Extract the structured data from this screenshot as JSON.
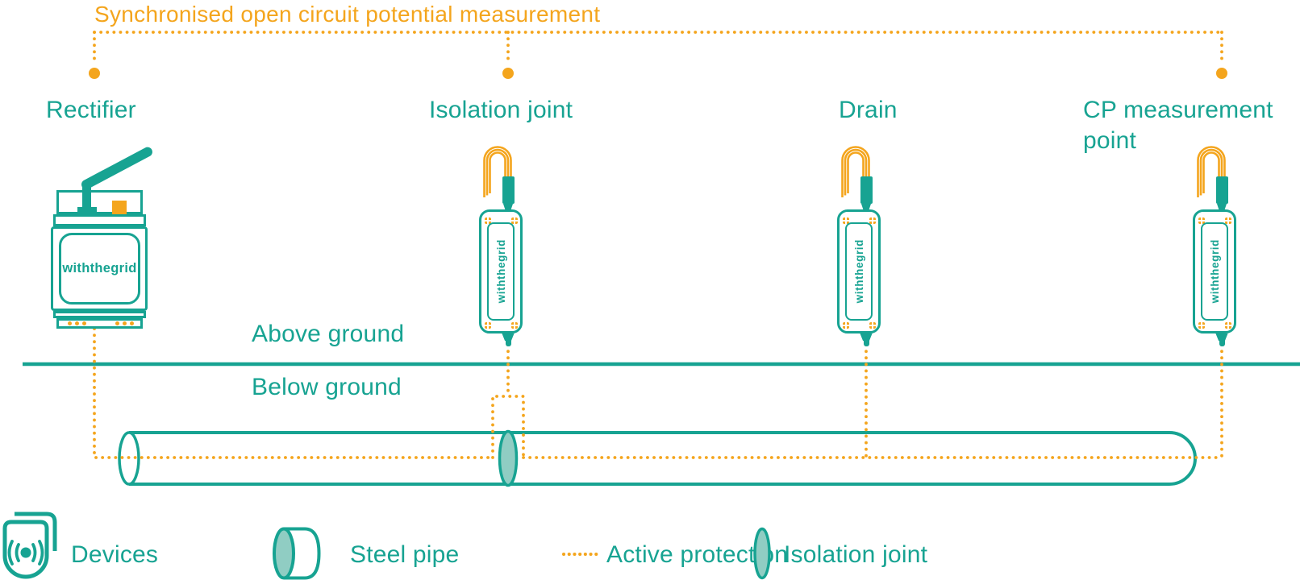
{
  "title": "Synchronised open circuit potential measurement",
  "nodes": {
    "rectifier": "Rectifier",
    "isolation_joint": "Isolation joint",
    "drain": "Drain",
    "cp_measurement_point": "CP measurement point"
  },
  "ground": {
    "above_label": "Above ground",
    "below_label": "Below ground"
  },
  "device_brand": "withthegrid",
  "legend": {
    "devices": "Devices",
    "steel_pipe": "Steel pipe",
    "active_protection": "Active protection",
    "isolation_joint": "Isolation joint"
  },
  "colors": {
    "teal": "#17a392",
    "orange": "#f4a51d",
    "light_teal": "#90cdc3",
    "background": "#ffffff"
  }
}
